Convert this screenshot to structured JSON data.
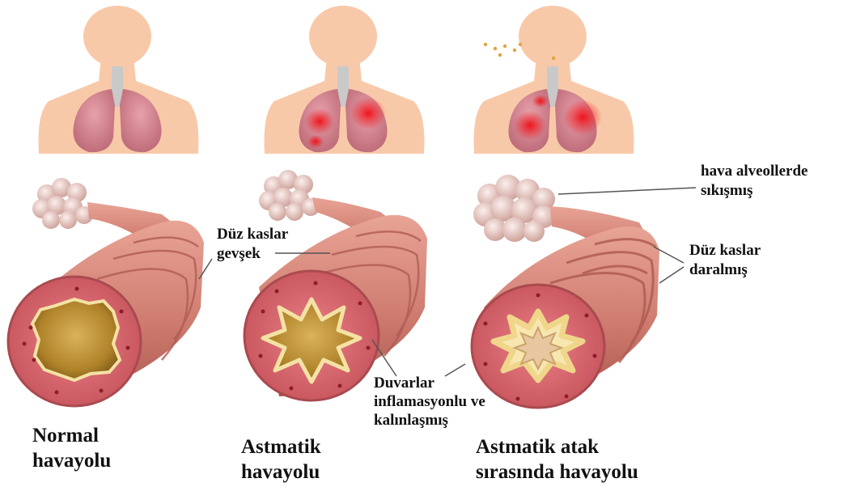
{
  "labels": {
    "smooth_muscle_relaxed": [
      "Düz kaslar",
      "gevşek"
    ],
    "air_trapped": [
      "hava alveollerde",
      "sıkışmış"
    ],
    "smooth_muscle_tightened": [
      "Düz kaslar",
      "daralmış"
    ],
    "walls_inflamed": [
      "Duvarlar",
      "inflamasyonlu ve",
      "kalınlaşmış"
    ]
  },
  "captions": {
    "normal": [
      "Normal",
      "havayolu"
    ],
    "asthmatic": [
      "Astmatik",
      "havayolu"
    ],
    "attack": [
      "Astmatik atak",
      "sırasında havayolu"
    ]
  },
  "colors": {
    "skin": "#f8c9a9",
    "lung": "#d7838f",
    "lung_dark": "#b85a6a",
    "inflammation": "#e8222a",
    "trachea": "#c9c9c9",
    "airway_outer": "#c86a63",
    "airway_ring": "#e59c8e",
    "airway_face": "#d86b72",
    "lumen": "#b98a2e",
    "lumen_rim": "#f4e2a4",
    "alveoli": "#eccfc9",
    "leader_line": "#555555"
  }
}
